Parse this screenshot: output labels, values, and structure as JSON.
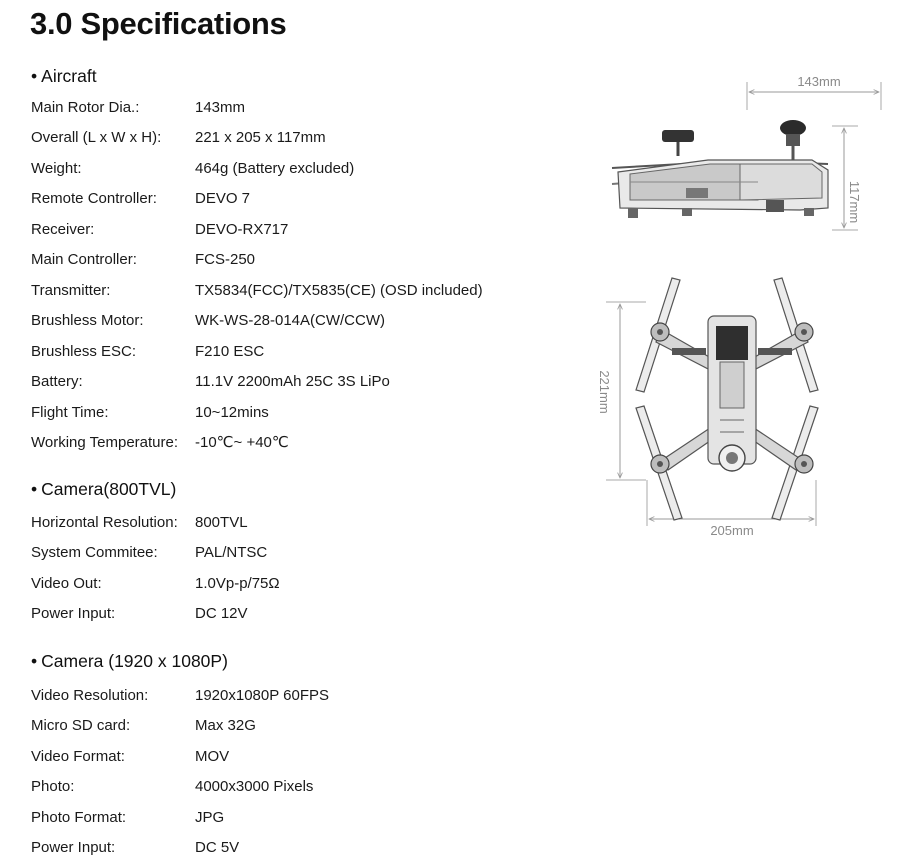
{
  "title": "3.0 Specifications",
  "bullet": "•",
  "sections": [
    {
      "heading": "Aircraft",
      "rows": [
        {
          "label": "Main Rotor Dia.:",
          "value": "143mm"
        },
        {
          "label": "Overall (L x W x H):",
          "value": "221 x 205 x 117mm"
        },
        {
          "label": "Weight:",
          "value": "464g (Battery excluded)"
        },
        {
          "label": "Remote Controller:",
          "value": "DEVO 7"
        },
        {
          "label": "Receiver:",
          "value": "DEVO-RX717"
        },
        {
          "label": "Main Controller:",
          "value": "FCS-250"
        },
        {
          "label": "Transmitter:",
          "value": "TX5834(FCC)/TX5835(CE) (OSD included)"
        },
        {
          "label": "Brushless Motor:",
          "value": "WK-WS-28-014A(CW/CCW)"
        },
        {
          "label": "Brushless ESC:",
          "value": "F210 ESC"
        },
        {
          "label": "Battery:",
          "value": "11.1V 2200mAh 25C 3S LiPo"
        },
        {
          "label": "Flight Time:",
          "value": "10~12mins"
        },
        {
          "label": "Working Temperature:",
          "value": "-10℃~ +40℃"
        }
      ]
    },
    {
      "heading": "Camera(800TVL)",
      "rows": [
        {
          "label": "Horizontal Resolution:",
          "value": "800TVL"
        },
        {
          "label": "System Commitee:",
          "value": "PAL/NTSC"
        },
        {
          "label": "Video Out:",
          "value": "1.0Vp-p/75Ω"
        },
        {
          "label": "Power Input:",
          "value": "DC 12V"
        }
      ]
    },
    {
      "heading": "Camera (1920 x 1080P)",
      "rows": [
        {
          "label": "Video Resolution:",
          "value": "1920x1080P 60FPS"
        },
        {
          "label": "Micro SD card:",
          "value": "Max 32G"
        },
        {
          "label": "Video Format:",
          "value": "MOV"
        },
        {
          "label": "Photo:",
          "value": "4000x3000 Pixels"
        },
        {
          "label": "Photo Format:",
          "value": "JPG"
        },
        {
          "label": "Power Input:",
          "value": "DC 5V"
        }
      ]
    }
  ],
  "diagram": {
    "rotor_dim": "143mm",
    "height_dim": "117mm",
    "length_dim": "221mm",
    "width_dim": "205mm"
  }
}
